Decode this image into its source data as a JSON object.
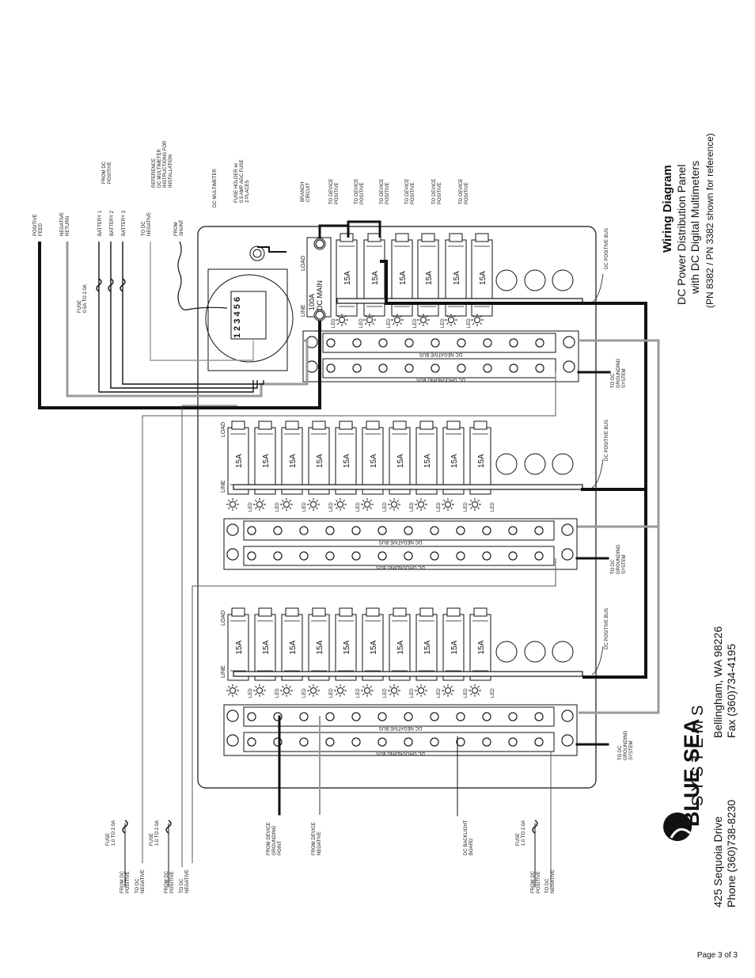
{
  "page": {
    "number_label": "Page 3 of 3"
  },
  "title_block": {
    "title": "Wiring Diagram",
    "line1": "DC Power Distribution Panel",
    "line2": "with DC Digital Multimeters",
    "line3": "(PN 8382 / PN 3382 shown for reference)"
  },
  "company": {
    "name": "BLUE SEA",
    "sub": "S Y S T E M S",
    "address": "425 Sequoia Drive",
    "city": "Bellingham, WA 98226",
    "phone": "Phone (360)738-8230",
    "fax": "Fax (360)734-4195"
  },
  "top_labels": {
    "positive_feed": [
      "POSITIVE",
      "FEED"
    ],
    "negative_return": [
      "NEGATIVE",
      "RETURN"
    ],
    "battery_1": "BATTERY 1",
    "battery_2": "BATTERY 2",
    "battery_3": "BATTERY 3",
    "from_dc_positive": [
      "FROM DC",
      "POSITIVE"
    ],
    "fuse": [
      "FUSE",
      "0.5A TO 2.0A"
    ],
    "to_dc_negative": [
      "TO DC",
      "NEGATIVE"
    ],
    "reference": [
      "REFERENCE",
      "DC MULTIMETER",
      "INSTRUCTIONS FOR",
      "INSTALLATION"
    ],
    "from_shunt": [
      "FROM",
      "SHUNT"
    ],
    "dc_multimeter": "DC MULTIMETER",
    "fuse_holder": [
      "FUSE HOLDER w/",
      "0.5 AMP AGC FUSE",
      "2 PLACES"
    ],
    "branch_circuit": [
      "BRANCH",
      "CIRCUIT"
    ],
    "to_device_positive": [
      "TO DEVICE",
      "POSITIVE"
    ]
  },
  "meter": {
    "digits": "1 2 3 4 5 6"
  },
  "panel": {
    "main_breaker": [
      "100A",
      "DC MAIN"
    ],
    "load": "LOAD",
    "line": "LINE",
    "breaker_rating": "15A",
    "led": "LED",
    "dc_negative_bus": "DC NEGATIVE BUS",
    "dc_grounding_bus": "DC GROUNDING BUS",
    "dc_positive_bus": "DC POSITIVE BUS",
    "to_dc_grounding_system": [
      "TO DC",
      "GROUNDING",
      "SYSTEM"
    ]
  },
  "bottom_labels": {
    "fuse": [
      "FUSE",
      "1.0 TO 2.0A"
    ],
    "from_dc_positive": [
      "FROM DC",
      "POSITIVE"
    ],
    "to_dc_negative": [
      "TO DC",
      "NEGATIVE"
    ],
    "from_device_grounding": [
      "FROM DEVICE",
      "GROUNDING",
      "POINT"
    ],
    "from_device_negative": [
      "FROM DEVICE",
      "NEGATIVE"
    ],
    "dc_backlight": [
      "DC BACKLIGHT",
      "BOARD"
    ]
  }
}
